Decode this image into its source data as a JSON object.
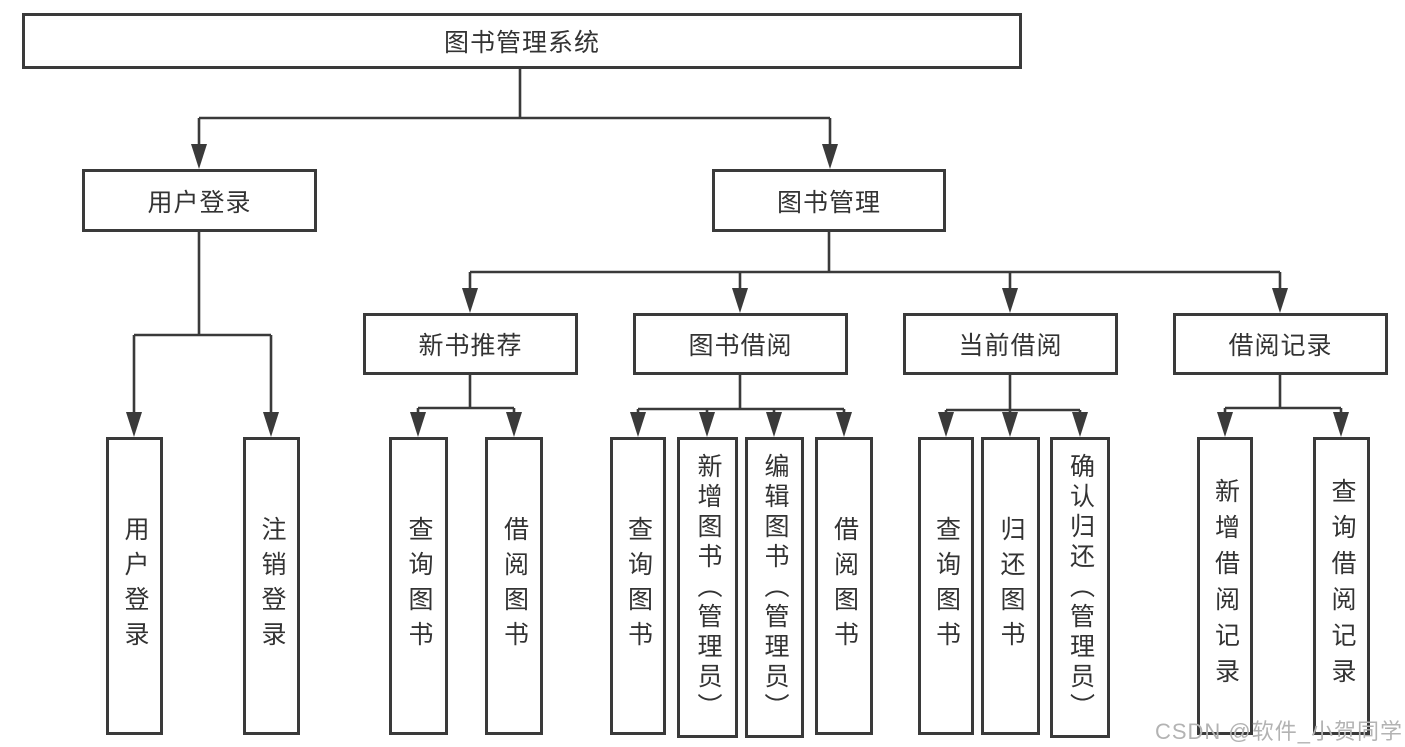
{
  "tree": {
    "root": {
      "label": "图书管理系统"
    },
    "level2": [
      {
        "label": "用户登录",
        "children": [
          "用户登录",
          "注销登录"
        ]
      },
      {
        "label": "图书管理",
        "children": [
          "新书推荐",
          "图书借阅",
          "当前借阅",
          "借阅记录"
        ]
      }
    ],
    "level3": [
      {
        "label": "新书推荐",
        "children": [
          "查询图书",
          "借阅图书"
        ]
      },
      {
        "label": "图书借阅",
        "children": [
          "查询图书",
          "新增图书（管理员）",
          "编辑图书（管理员）",
          "借阅图书"
        ]
      },
      {
        "label": "当前借阅",
        "children": [
          "查询图书",
          "归还图书",
          "确认归还（管理员）"
        ]
      },
      {
        "label": "借阅记录",
        "children": [
          "新增借阅记录",
          "查询借阅记录"
        ]
      }
    ]
  },
  "watermark": "CSDN @软件_小贺同学",
  "colors": {
    "line": "#3a3a3a",
    "box_border": "#3a3a3a",
    "text": "#333333",
    "watermark": "#b3b3b3",
    "background": "#ffffff"
  }
}
